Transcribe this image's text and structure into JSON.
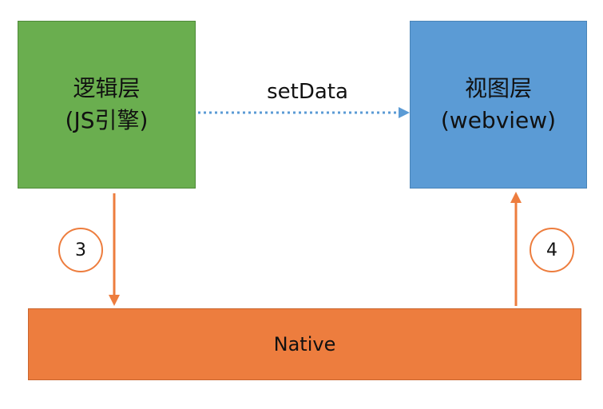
{
  "logic_layer": {
    "title": "逻辑层",
    "subtitle": "(JS引擎)"
  },
  "view_layer": {
    "title": "视图层",
    "subtitle": "(webview)"
  },
  "native": {
    "label": "Native"
  },
  "connector": {
    "label": "setData"
  },
  "steps": {
    "down": "3",
    "up": "4"
  },
  "colors": {
    "logic": "#6aae4f",
    "view": "#5b9bd5",
    "native": "#ed7d3e",
    "dotted_arrow": "#5b9bd5",
    "arrow": "#ed7d3e"
  }
}
